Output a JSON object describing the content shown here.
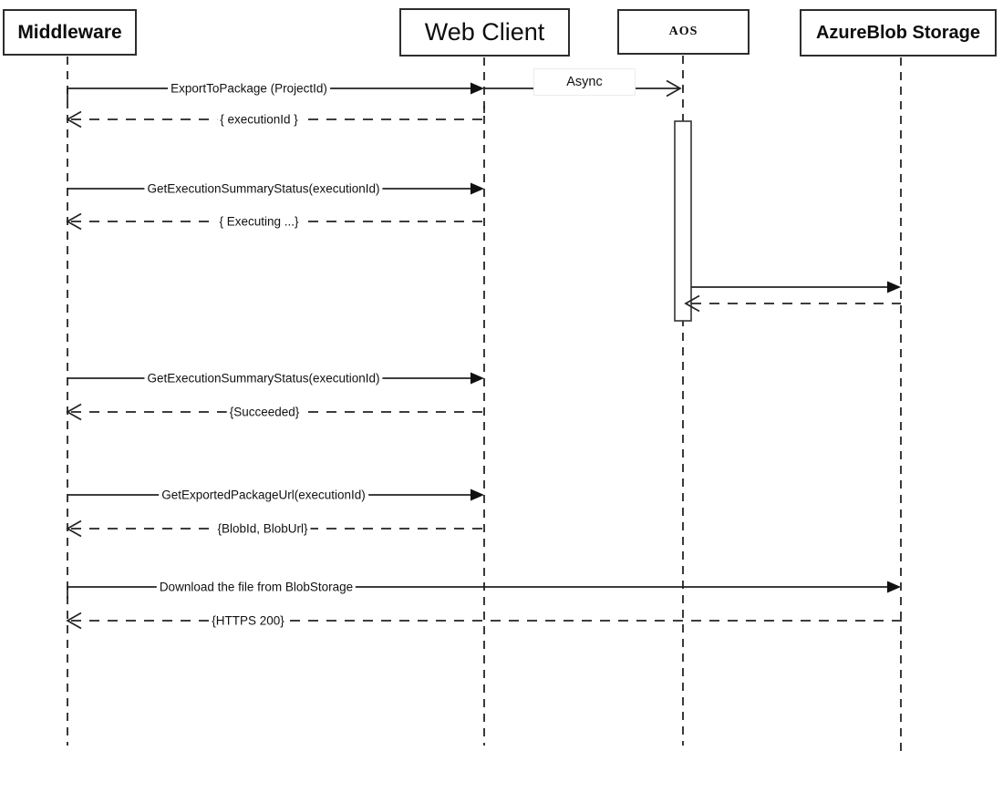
{
  "app": {
    "background_color": "#ffffff",
    "line_color": "#222222",
    "box_border_color": "#2d2d2d"
  },
  "diagram": {
    "type": "uml-sequence",
    "participants": [
      {
        "name": "Middleware"
      },
      {
        "name": "Web Client"
      },
      {
        "name": "AOS"
      },
      {
        "name": "AzureBlob Storage"
      }
    ],
    "activations": [
      {
        "participant": "AOS"
      }
    ],
    "messages": [
      {
        "from": "Middleware",
        "to": "Web Client",
        "label": "ExportToPackage (ProjectId)",
        "style": "solid-filled-arrow"
      },
      {
        "from": "Web Client",
        "to": "AOS",
        "label": "Async",
        "style": "solid-open-arrow"
      },
      {
        "from": "Web Client",
        "to": "Middleware",
        "label": "{ executionId }",
        "style": "dashed-open-arrow"
      },
      {
        "from": "Middleware",
        "to": "Web Client",
        "label": "GetExecutionSummaryStatus(executionId)",
        "style": "solid-filled-arrow"
      },
      {
        "from": "Web Client",
        "to": "Middleware",
        "label": "{ Executing ...}",
        "style": "dashed-open-arrow"
      },
      {
        "from": "AOS",
        "to": "AzureBlob Storage",
        "label": "",
        "style": "solid-filled-arrow"
      },
      {
        "from": "AzureBlob Storage",
        "to": "AOS",
        "label": "",
        "style": "dashed-open-arrow"
      },
      {
        "from": "Middleware",
        "to": "Web Client",
        "label": "GetExecutionSummaryStatus(executionId)",
        "style": "solid-filled-arrow"
      },
      {
        "from": "Web Client",
        "to": "Middleware",
        "label": "{Succeeded}",
        "style": "dashed-open-arrow"
      },
      {
        "from": "Middleware",
        "to": "Web Client",
        "label": "GetExportedPackageUrl(executionId)",
        "style": "solid-filled-arrow"
      },
      {
        "from": "Web Client",
        "to": "Middleware",
        "label": "{BlobId, BlobUrl}",
        "style": "dashed-open-arrow"
      },
      {
        "from": "Middleware",
        "to": "AzureBlob Storage",
        "label": "Download the file from BlobStorage",
        "style": "solid-filled-arrow"
      },
      {
        "from": "AzureBlob Storage",
        "to": "Middleware",
        "label": "{HTTPS 200}",
        "style": "dashed-open-arrow"
      }
    ]
  }
}
